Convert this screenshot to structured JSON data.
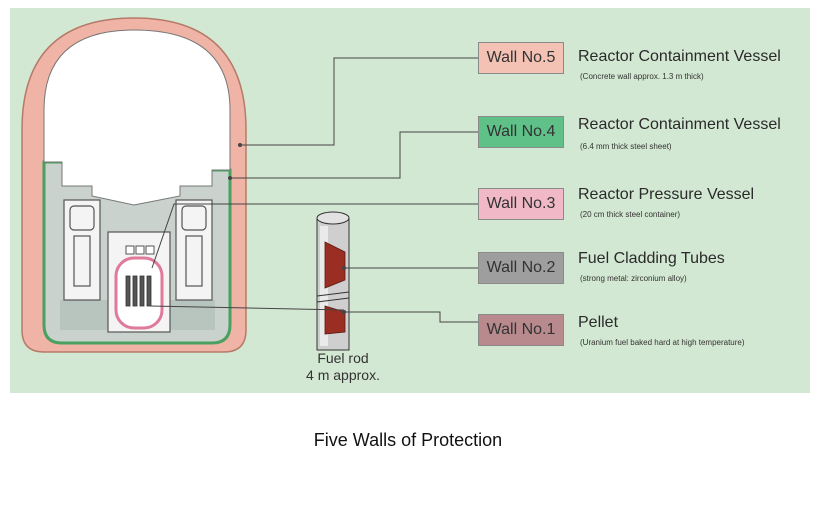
{
  "walls": [
    {
      "label": "Wall No.5",
      "title": "Reactor Containment Vessel",
      "desc": "(Concrete wall approx. 1.3 m thick)",
      "color": "#f3c2b4"
    },
    {
      "label": "Wall No.4",
      "title": "Reactor Containment Vessel",
      "desc": "(6.4 mm thick steel sheet)",
      "color": "#5fc088"
    },
    {
      "label": "Wall No.3",
      "title": "Reactor Pressure Vessel",
      "desc": "(20 cm thick steel container)",
      "color": "#f1b9c8"
    },
    {
      "label": "Wall No.2",
      "title": "Fuel Cladding Tubes",
      "desc": "(strong metal: zirconium alloy)",
      "color": "#9e9e9e"
    },
    {
      "label": "Wall No.1",
      "title": "Pellet",
      "desc": "(Uranium fuel baked hard at high temperature)",
      "color": "#b88a8e"
    }
  ],
  "fuel_rod": {
    "line1": "Fuel rod",
    "line2": "4 m approx."
  },
  "caption": "Five Walls of Protection",
  "colors": {
    "panel_bg": "#d3e8d2",
    "concrete": "#efb4a6",
    "steel_liner": "#4aa060",
    "interior": "#c9d2cd",
    "dome": "#ffffff",
    "pressure_vessel": "#e07a9a",
    "pellet": "#9b2e22"
  }
}
